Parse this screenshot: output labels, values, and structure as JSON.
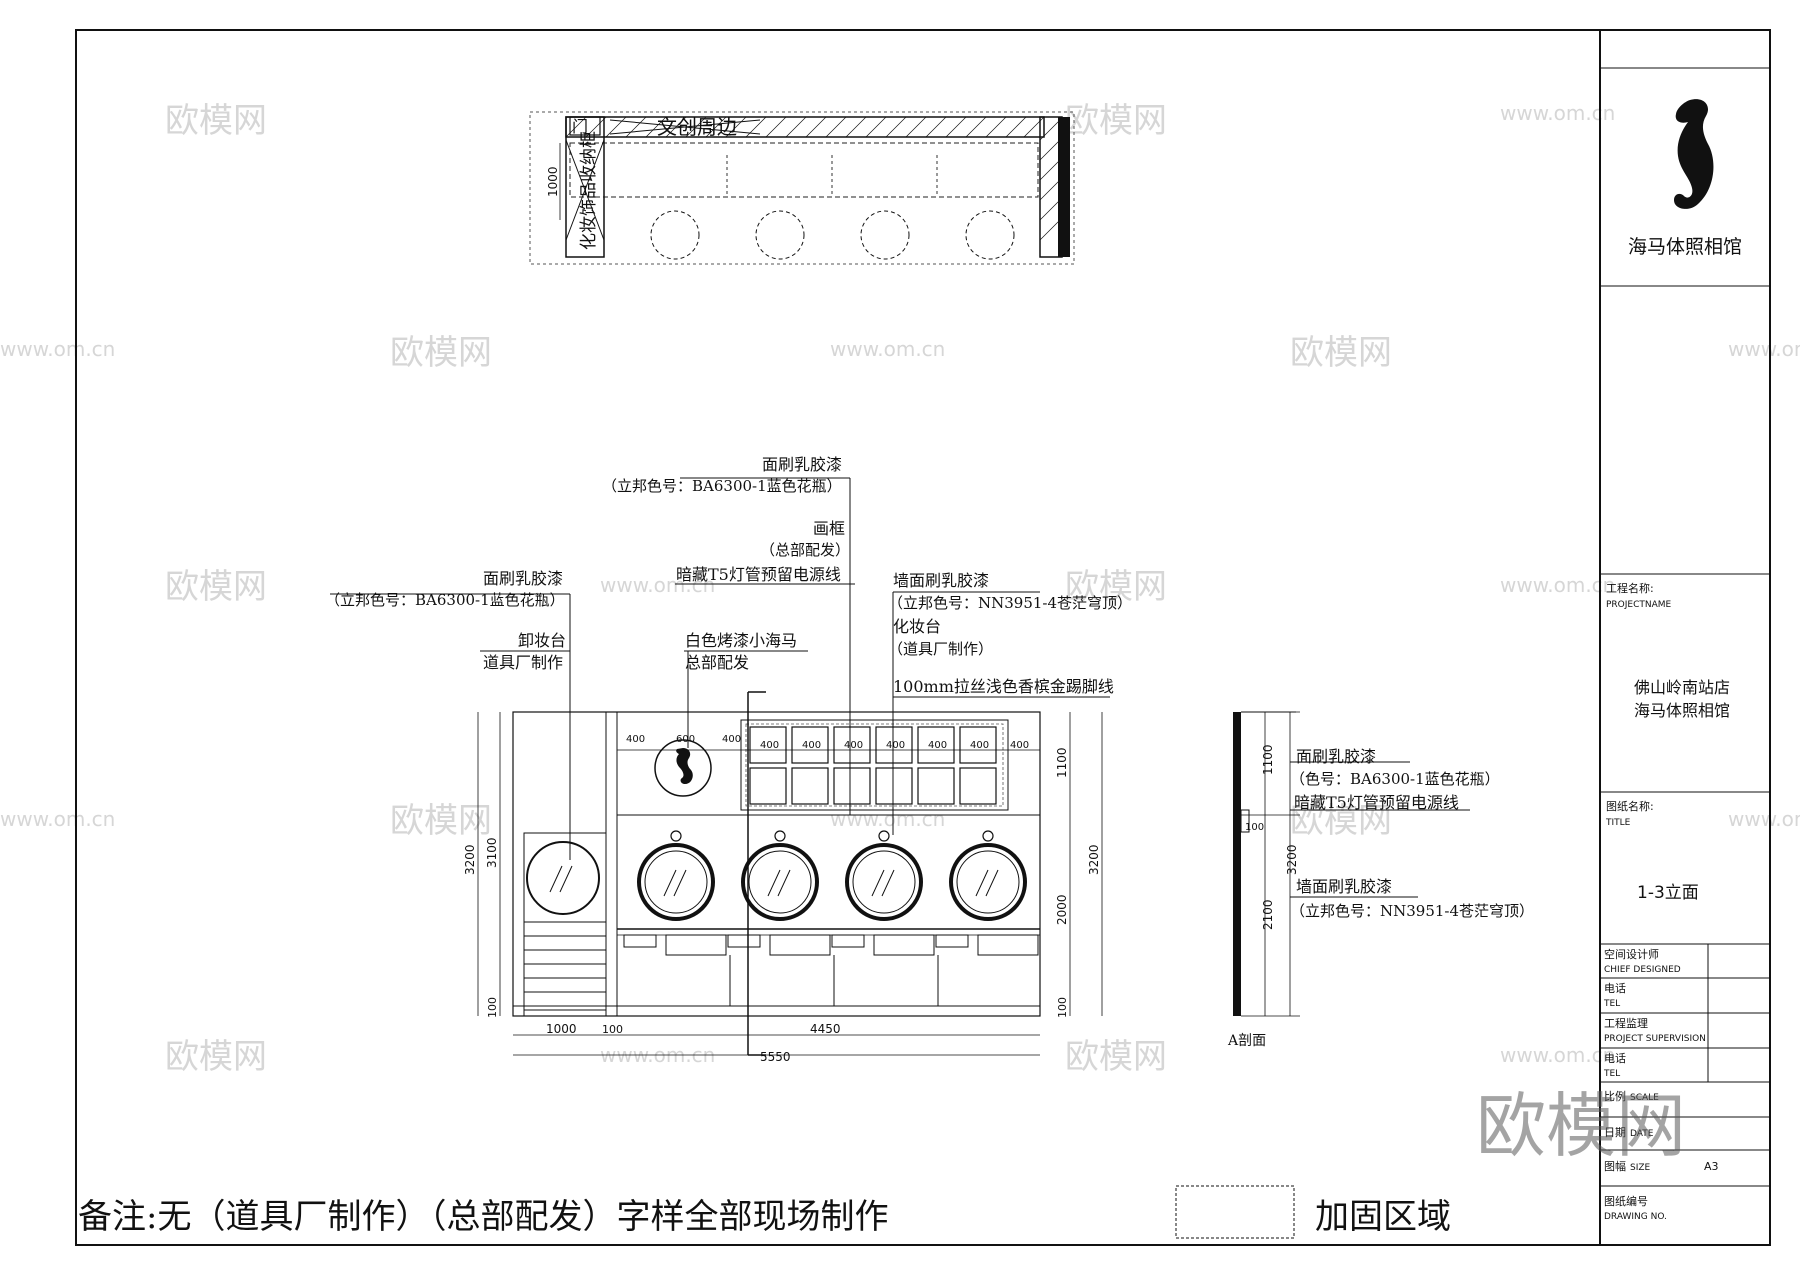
{
  "plan": {
    "label_top": "文创周边",
    "label_side": "化妆饰品收纳柜",
    "label_door": "门",
    "dim_depth": "1000"
  },
  "elevation": {
    "callouts": {
      "paint_main_title": "面刷乳胶漆",
      "paint_main_color": "（立邦色号：BA6300-1蓝色花瓶）",
      "frame_title": "画框",
      "frame_note": "（总部配发）",
      "t5_note": "暗藏T5灯管预留电源线",
      "wall_paint_title": "墙面刷乳胶漆",
      "wall_paint_color": "（立邦色号：NN3951-4苍茫穹顶）",
      "vanity_title": "化妆台",
      "vanity_note": "（道具厂制作）",
      "skirting": "100mm拉丝浅色香槟金踢脚线",
      "left_paint_title": "面刷乳胶漆",
      "left_paint_color": "（立邦色号：BA6300-1蓝色花瓶）",
      "makeup_remove_title": "卸妆台",
      "makeup_remove_note": "道具厂制作",
      "seahorse_title": "白色烤漆小海马",
      "seahorse_note": "总部配发"
    },
    "dims": {
      "h_total_left": "3200",
      "h_3100": "3100",
      "h_100_left": "100",
      "w_1000": "1000",
      "w_100": "100",
      "w_4450": "4450",
      "w_5550": "5550",
      "top_400a": "400",
      "top_600": "600",
      "top_400b": "400",
      "frame_400s": [
        "400",
        "400",
        "400",
        "400",
        "400",
        "400",
        "400"
      ],
      "h_1100_right": "1100",
      "h_2000_right": "2000",
      "h_3200_right": "3200",
      "h_100_right": "100"
    }
  },
  "section": {
    "paint_title": "面刷乳胶漆",
    "paint_color": "（色号：BA6300-1蓝色花瓶）",
    "t5_note": "暗藏T5灯管预留电源线",
    "wall_paint_title": "墙面刷乳胶漆",
    "wall_paint_color": "（立邦色号：NN3951-4苍茫穹顶）",
    "dim_1100": "1100",
    "dim_100": "100",
    "dim_3200": "3200",
    "dim_2100": "2100",
    "caption": "A剖面"
  },
  "notes": {
    "remark": "备注:无（道具厂制作）（总部配发）字样全部现场制作",
    "legend_label": "加固区域"
  },
  "title_block": {
    "brand": "海马体照相馆",
    "project_label_cn": "工程名称:",
    "project_label_en": "PROJECTNAME",
    "project_line1": "佛山岭南站店",
    "project_line2": "海马体照相馆",
    "title_label_cn": "图纸名称:",
    "title_label_en": "TITLE",
    "title_value": "1-3立面",
    "designer_cn": "空间设计师",
    "designer_en": "CHIEF DESIGNED",
    "tel1_cn": "电话",
    "tel1_en": "TEL",
    "supervision_cn": "工程监理",
    "supervision_en": "PROJECT SUPERVISION",
    "tel2_cn": "电话",
    "tel2_en": "TEL",
    "scale_cn": "比例",
    "scale_en": "SCALE",
    "date_cn": "日期",
    "date_en": "DATE",
    "size_cn": "图幅",
    "size_en": "SIZE",
    "size_value": "A3",
    "drawing_no_cn": "图纸编号",
    "drawing_no_en": "DRAWING NO."
  },
  "watermark": {
    "brand": "欧模网",
    "url": "www.om.cn"
  }
}
